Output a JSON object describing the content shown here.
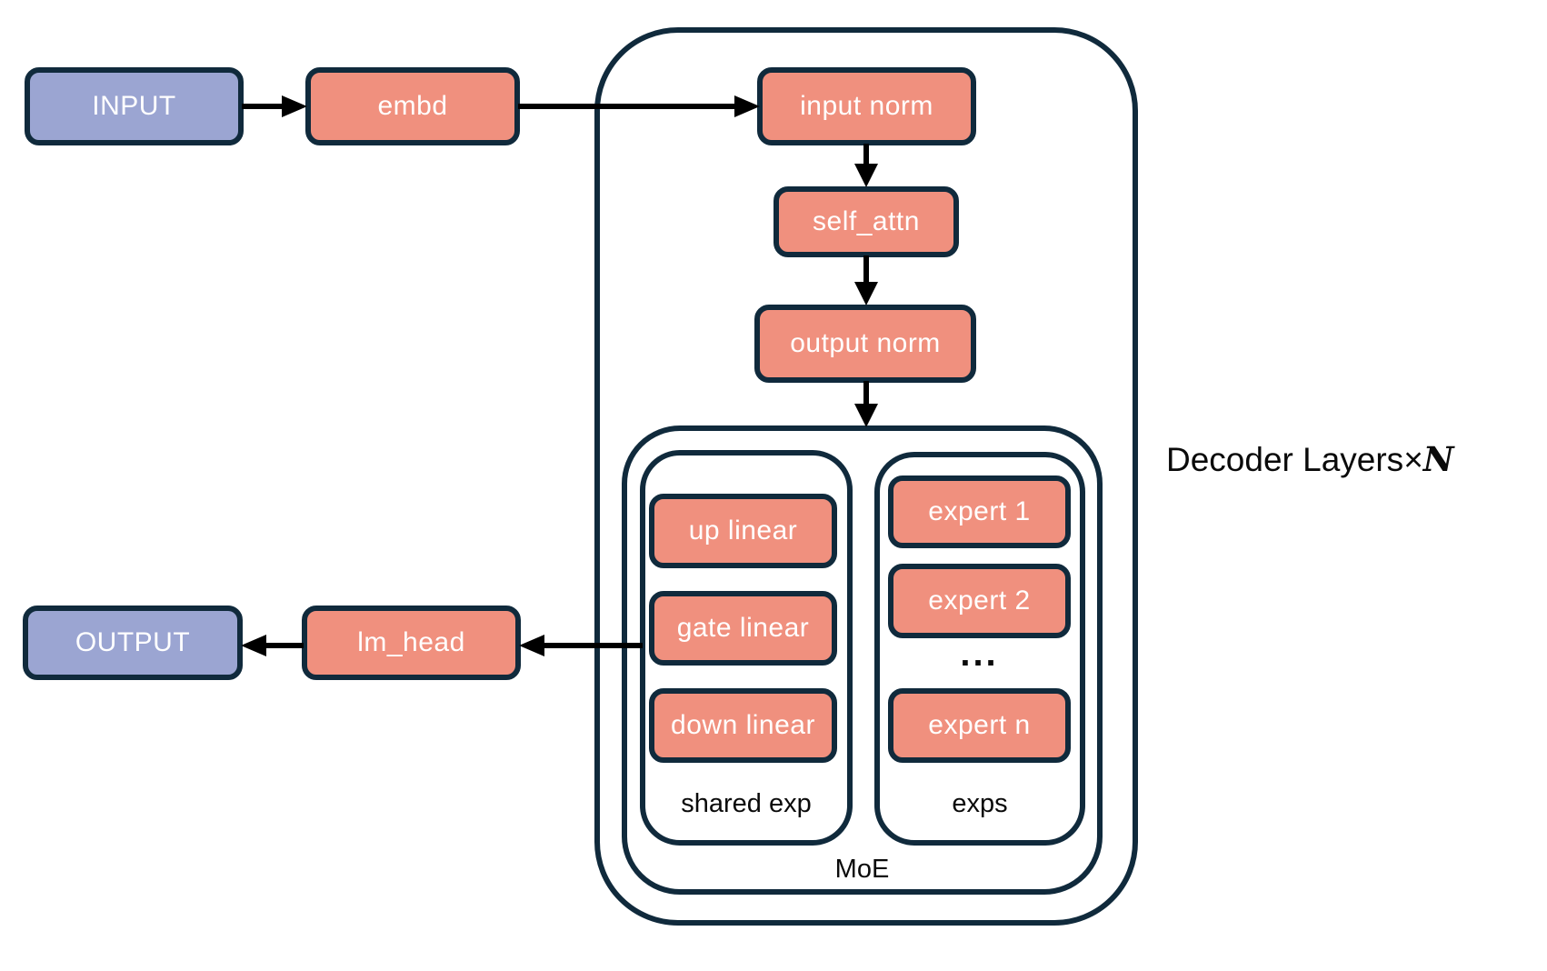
{
  "colors": {
    "border": "#102a3c",
    "module_fill": "#f0907e",
    "io_fill": "#9ba5d2",
    "box_text": "#ffffff",
    "label_text": "#0a0a0a",
    "arrow": "#000000",
    "background": "#ffffff"
  },
  "nodes": {
    "input": "INPUT",
    "embd": "embd",
    "input_norm": "input norm",
    "self_attn": "self_attn",
    "output_norm": "output norm",
    "up_linear": "up linear",
    "gate_linear": "gate linear",
    "down_linear": "down linear",
    "expert_1": "expert 1",
    "expert_2": "expert 2",
    "expert_n": "expert n",
    "lm_head": "lm_head",
    "output": "OUTPUT"
  },
  "labels": {
    "shared_exp": "shared exp",
    "exps": "exps",
    "ellipsis": "...",
    "moe": "MoE",
    "decoder_prefix": "Decoder Layers",
    "times": "×",
    "n": "N"
  }
}
